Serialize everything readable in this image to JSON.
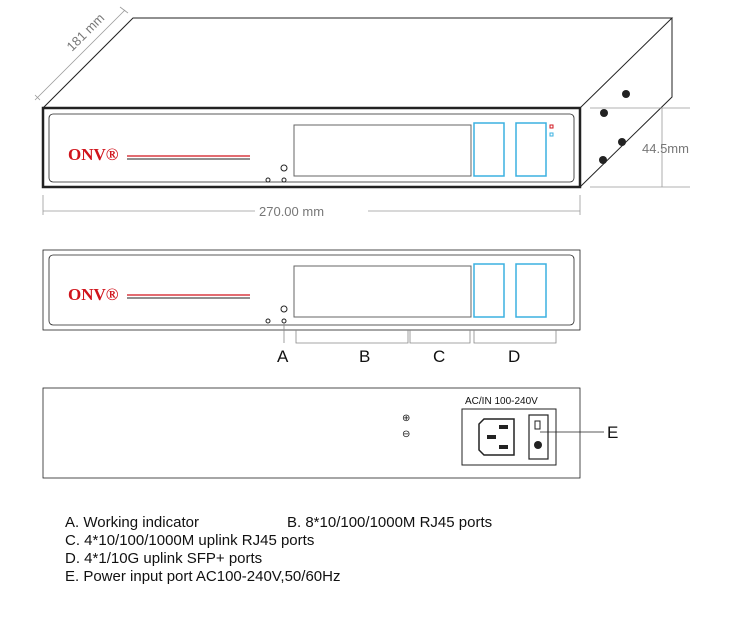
{
  "dimensions": {
    "depth": "181 mm",
    "height": "44.5mm",
    "width": "270.00 mm"
  },
  "brand": {
    "logo": "ONV®",
    "color": "#d0141c"
  },
  "callouts": {
    "a": "A",
    "b": "B",
    "c": "C",
    "d": "D",
    "e": "E"
  },
  "rear": {
    "power_label": "AC/IN 100-240V",
    "ground_symbols": [
      "⊕",
      "⊖"
    ]
  },
  "colors": {
    "sfp_port": "#3bb0e0",
    "indicator_red": "#d0141c",
    "indicator_green": "#2a9d3a"
  },
  "legend": {
    "a": "A. Working indicator",
    "b": "B. 8*10/100/1000M RJ45 ports",
    "c": "C. 4*10/100/1000M uplink RJ45 ports",
    "d": "D. 4*1/10G uplink SFP+ ports",
    "e": "E. Power input port AC100-240V,50/60Hz"
  }
}
